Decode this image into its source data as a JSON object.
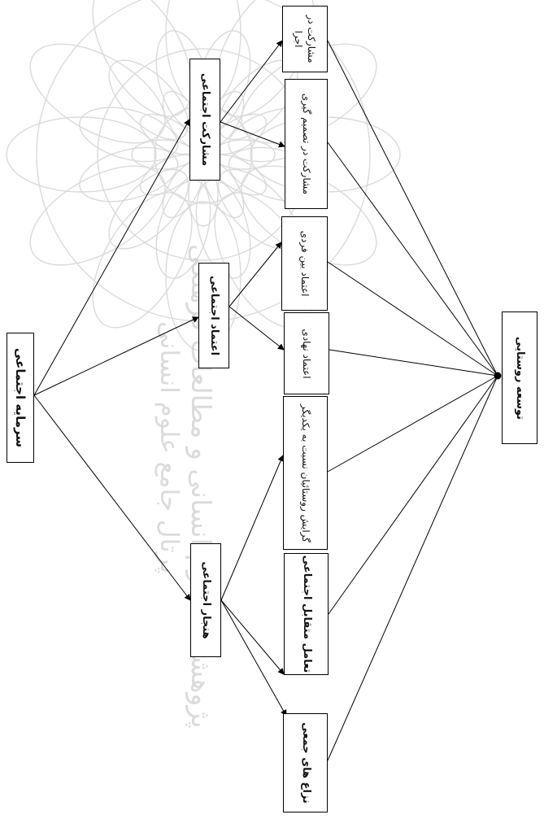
{
  "watermark": {
    "line1": "پژوهشگاه علوم انسانی و مطالعات فرهنگی",
    "line2": "پرتال جامع علوم انسانی",
    "color": "#cfcfcf"
  },
  "nodes": {
    "social_capital": "سرمایه اجتماعی",
    "participation": "مشارکت اجتماعی",
    "trust": "اعتماد اجتماعی",
    "cohesion": "هنجار اجتماعی",
    "part_execution": "مشارکت در اجرا",
    "part_decision": "مشارکت در تصمیم گیری",
    "interpersonal_trust": "اعتماد بین فردی",
    "institutional_trust": "اعتماد نهادی",
    "villagers_attitude": "گرایش روستائیان نسبت به یکدیگر",
    "mutual_interaction": "تعامل متقابل اجتماعی",
    "collective_conflict": "نزاع های جمعی",
    "rural_development": "توسعه روستایی"
  },
  "colors": {
    "line": "#000000",
    "box_border": "#000000",
    "text": "#111111"
  }
}
